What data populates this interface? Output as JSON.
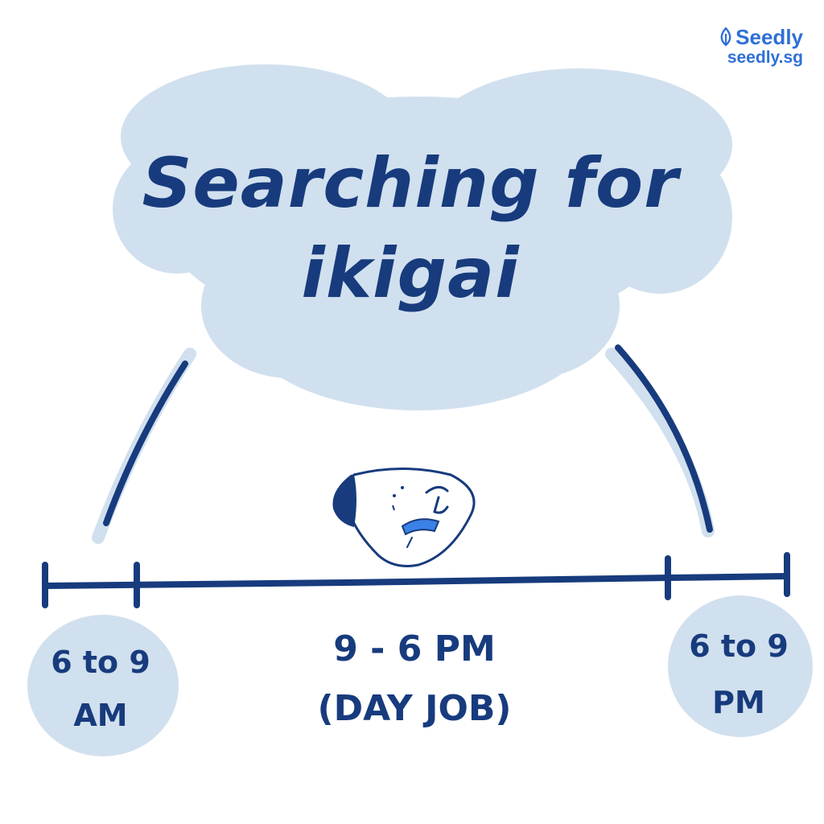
{
  "brand": {
    "name": "Seedly",
    "url": "seedly.sg",
    "icon": "seed-leaf-icon",
    "color": "#2f6fd6"
  },
  "title": {
    "line1": "Searching for",
    "line2": "ikigai"
  },
  "timeline": {
    "left": {
      "line1": "6 to 9",
      "line2": "AM"
    },
    "middle": {
      "line1": "9 - 6 PM",
      "line2": "(DAY JOB)"
    },
    "right": {
      "line1": "6 to 9",
      "line2": "PM"
    }
  },
  "colors": {
    "cloud": "#d1e0ee",
    "ink": "#173b7d",
    "accent": "#3b82e6"
  }
}
